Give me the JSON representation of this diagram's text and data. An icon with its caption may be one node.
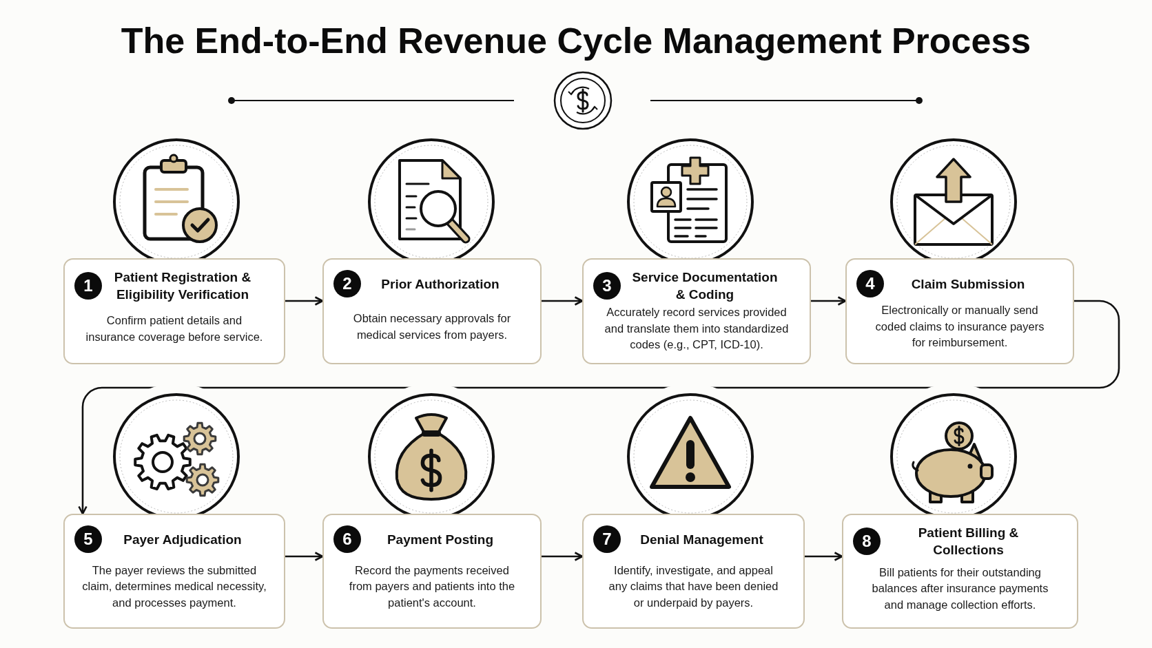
{
  "diagram": {
    "title": "The End-to-End Revenue Cycle Management Process",
    "nodes": [
      {
        "text": [
          "1",
          "Patient Registration & Eligibility Verification",
          "Confirm patient details and insurance coverage before service."
        ]
      },
      {
        "text": [
          "2",
          "Prior Authorization",
          "Obtain necessary approvals for medical services from payers."
        ]
      },
      {
        "text": [
          "3",
          "Service Documentation & Coding",
          "Accurately record services provided and translate them into standardized codes (e.g., CPT, ICD-10)."
        ]
      },
      {
        "text": [
          "4",
          "Claim Submission",
          "Electronically or manually send coded claims to insurance payers for reimbursement."
        ]
      },
      {
        "text": [
          "5",
          "Payer Adjudication",
          "The payer reviews the submitted claim, determines medical necessity, and processes payment."
        ]
      },
      {
        "text": [
          "6",
          "Payment Posting",
          "Record the payments received from payers and patients into the patient's account."
        ]
      },
      {
        "text": [
          "7",
          "Denial Management",
          "Identify, investigate, and appeal any claims that have been denied or underpaid by payers."
        ]
      },
      {
        "text": [
          "8",
          "Patient Billing & Collections",
          "Bill patients for their outstanding balances after insurance payments and manage collection efforts."
        ]
      }
    ],
    "edges": [
      {
        "from": 0,
        "to": 1,
        "arrow": "to"
      },
      {
        "from": 1,
        "to": 2,
        "arrow": "to"
      },
      {
        "from": 2,
        "to": 3,
        "arrow": "to"
      },
      {
        "from": 3,
        "to": 4,
        "arrow": "to"
      },
      {
        "from": 4,
        "to": 5,
        "arrow": "to"
      },
      {
        "from": 5,
        "to": 6,
        "arrow": "to"
      },
      {
        "from": 6,
        "to": 7,
        "arrow": "to"
      }
    ]
  }
}
